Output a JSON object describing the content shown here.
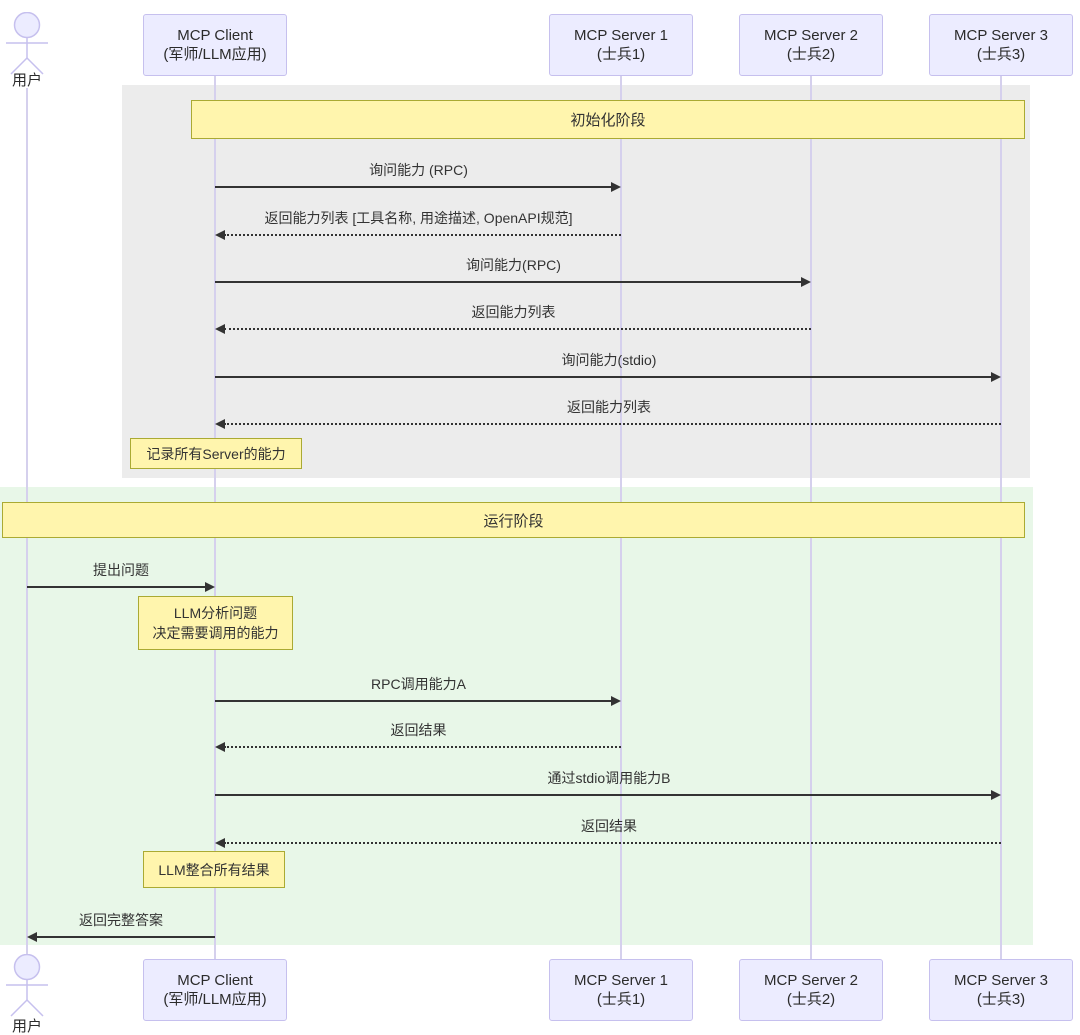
{
  "colors": {
    "participant_fill": "#ECECFF",
    "participant_border": "#c6c0ee",
    "lifeline": "#d5d0ed",
    "phase_banner_fill": "#FFF5AD",
    "phase_banner_border": "#AAAA33",
    "note_fill": "#FFF5AD",
    "note_border": "#AAAA33",
    "init_phase_bg": "#ececec",
    "run_phase_bg": "#e8f7e8",
    "arrow": "#333333"
  },
  "actors": {
    "user_label": "用户"
  },
  "participants": [
    {
      "line1": "MCP Client",
      "line2": "(军师/LLM应用)"
    },
    {
      "line1": "MCP Server 1",
      "line2": "(士兵1)"
    },
    {
      "line1": "MCP Server 2",
      "line2": "(士兵2)"
    },
    {
      "line1": "MCP Server 3",
      "line2": "(士兵3)"
    }
  ],
  "phases": [
    {
      "label": "初始化阶段"
    },
    {
      "label": "运行阶段"
    }
  ],
  "messages": [
    {
      "label": "询问能力 (RPC)",
      "from": "MCP Client",
      "to": "MCP Server 1",
      "line": "solid"
    },
    {
      "label": "返回能力列表 [工具名称, 用途描述, OpenAPI规范]",
      "from": "MCP Server 1",
      "to": "MCP Client",
      "line": "dotted"
    },
    {
      "label": "询问能力(RPC)",
      "from": "MCP Client",
      "to": "MCP Server 2",
      "line": "solid"
    },
    {
      "label": "返回能力列表",
      "from": "MCP Server 2",
      "to": "MCP Client",
      "line": "dotted"
    },
    {
      "label": "询问能力(stdio)",
      "from": "MCP Client",
      "to": "MCP Server 3",
      "line": "solid"
    },
    {
      "label": "返回能力列表",
      "from": "MCP Server 3",
      "to": "MCP Client",
      "line": "dotted"
    },
    {
      "label": "提出问题",
      "from": "用户",
      "to": "MCP Client",
      "line": "solid"
    },
    {
      "label": "RPC调用能力A",
      "from": "MCP Client",
      "to": "MCP Server 1",
      "line": "solid"
    },
    {
      "label": "返回结果",
      "from": "MCP Server 1",
      "to": "MCP Client",
      "line": "dotted"
    },
    {
      "label": "通过stdio调用能力B",
      "from": "MCP Client",
      "to": "MCP Server 3",
      "line": "solid"
    },
    {
      "label": "返回结果",
      "from": "MCP Server 3",
      "to": "MCP Client",
      "line": "dotted"
    },
    {
      "label": "返回完整答案",
      "from": "MCP Client",
      "to": "用户",
      "line": "solid"
    }
  ],
  "notes": [
    {
      "label": "记录所有Server的能力"
    },
    {
      "line1": "LLM分析问题",
      "line2": "决定需要调用的能力"
    },
    {
      "label": "LLM整合所有结果"
    }
  ]
}
